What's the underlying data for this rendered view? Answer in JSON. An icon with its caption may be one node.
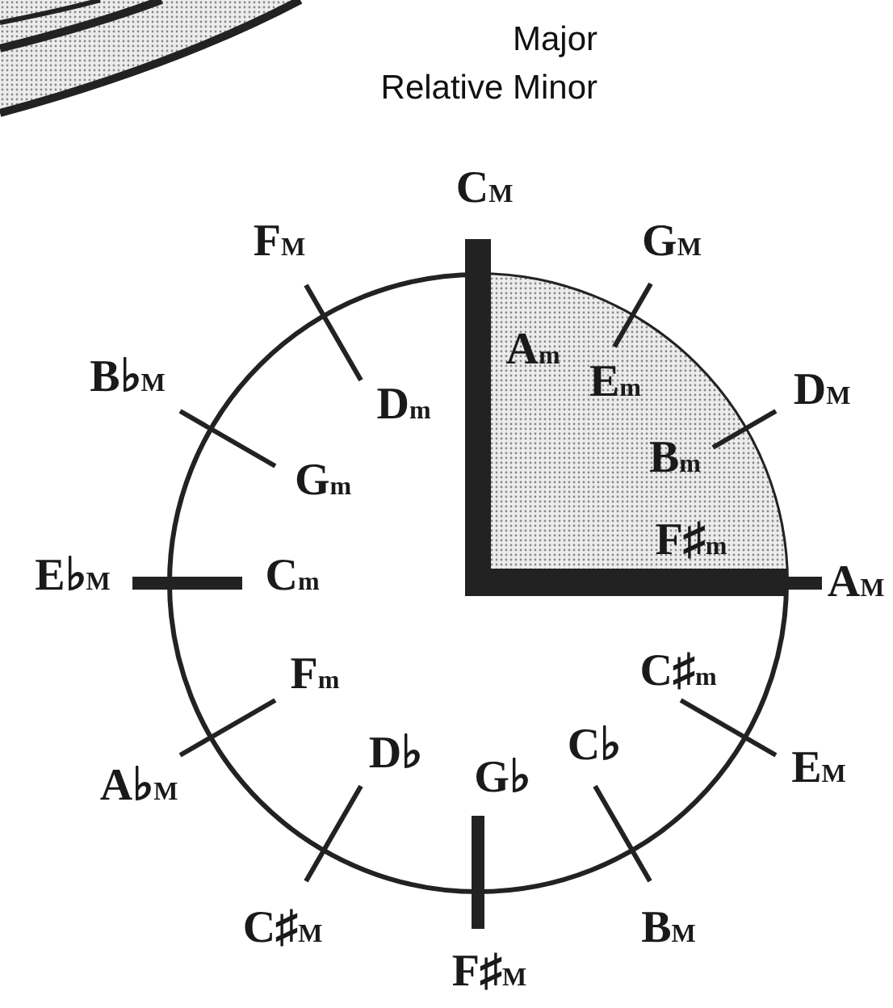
{
  "diagram": {
    "nodes": [
      {
        "text": [
          "C$_{M}$"
        ]
      },
      {
        "text": [
          "A$_{m}$"
        ]
      },
      {
        "text": [
          "G$_{M}$"
        ]
      },
      {
        "text": [
          "E$_{m}$"
        ]
      },
      {
        "text": [
          "D$_{M}$"
        ]
      },
      {
        "text": [
          "B$_{m}$"
        ]
      },
      {
        "text": [
          "A$_{M}$"
        ]
      },
      {
        "text": [
          "F♯$_{m}$"
        ]
      },
      {
        "text": [
          "E$_{M}$"
        ]
      },
      {
        "text": [
          "C♯$_{m}$"
        ]
      },
      {
        "text": [
          "B$_{M}$"
        ]
      },
      {
        "text": [
          "C♭"
        ]
      },
      {
        "text": [
          "F♯$_{M}$"
        ]
      },
      {
        "text": [
          "G♭"
        ]
      },
      {
        "text": [
          "C♯$_{M}$"
        ]
      },
      {
        "text": [
          "D♭"
        ]
      },
      {
        "text": [
          "A♭$_{M}$"
        ]
      },
      {
        "text": [
          "F$_{m}$"
        ]
      },
      {
        "text": [
          "E♭$_{M}$"
        ]
      },
      {
        "text": [
          "C$_{m}$"
        ]
      },
      {
        "text": [
          "B♭$_{M}$"
        ]
      },
      {
        "text": [
          "G$_{m}$"
        ]
      },
      {
        "text": [
          "F$_{M}$"
        ]
      },
      {
        "text": [
          "D$_{m}$"
        ]
      }
    ],
    "edges": [
      {
        "from": 2,
        "to": 3,
        "arrow": "none"
      },
      {
        "from": 4,
        "to": 5,
        "arrow": "none"
      },
      {
        "from": 8,
        "to": 9,
        "arrow": "none"
      },
      {
        "from": 10,
        "to": 11,
        "arrow": "none"
      },
      {
        "from": 12,
        "to": 13,
        "arrow": "none",
        "style": "thick"
      },
      {
        "from": 14,
        "to": 15,
        "arrow": "none"
      },
      {
        "from": 16,
        "to": 17,
        "arrow": "none"
      },
      {
        "from": 18,
        "to": 19,
        "arrow": "none",
        "style": "thick"
      },
      {
        "from": 20,
        "to": 21,
        "arrow": "none"
      },
      {
        "from": 22,
        "to": 23,
        "arrow": "none"
      }
    ],
    "labels": [
      "Major",
      "Relative Minor"
    ]
  }
}
